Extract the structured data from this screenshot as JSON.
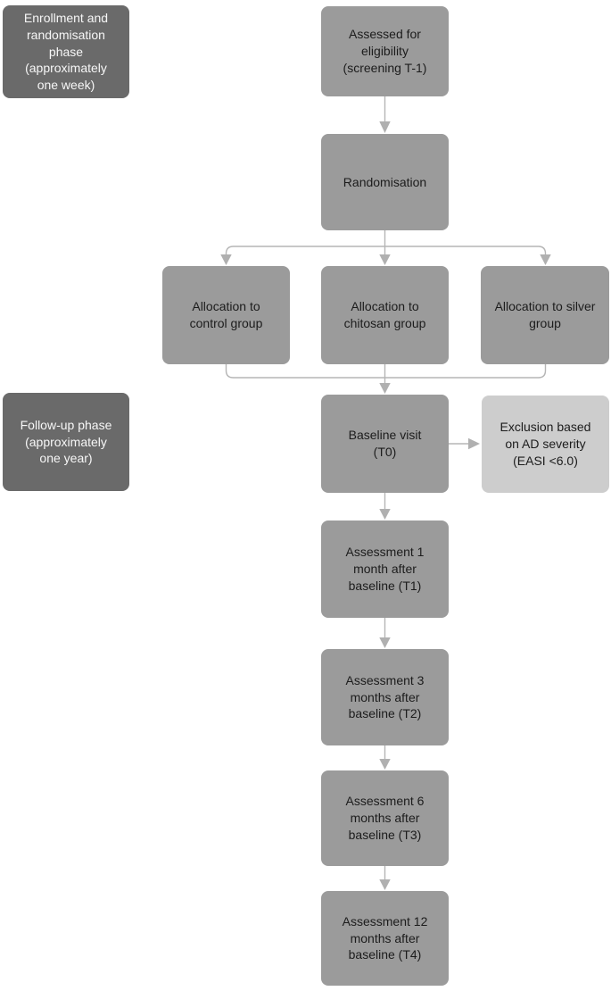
{
  "diagram": {
    "type": "flowchart",
    "colors": {
      "process_box": "#9b9b9b",
      "phase_box": "#6a6a6a",
      "exclusion_box": "#cdcdcd",
      "connector": "#b5b5b5",
      "text_dark": "#1c1c1c",
      "text_light": "#f7f7f7",
      "background": "#ffffff"
    },
    "phase_labels": [
      {
        "id": "enrollment-phase",
        "text": "Enrollment and\nrandomisation\nphase\n(approximately\none week)"
      },
      {
        "id": "followup-phase",
        "text": "Follow-up phase\n(approximately\none year)"
      }
    ],
    "nodes": [
      {
        "id": "assessed",
        "text": "Assessed for\neligibility\n(screening T-1)"
      },
      {
        "id": "randomisation",
        "text": "Randomisation"
      },
      {
        "id": "alloc-control",
        "text": "Allocation to\ncontrol group"
      },
      {
        "id": "alloc-chitosan",
        "text": "Allocation to\nchitosan group"
      },
      {
        "id": "alloc-silver",
        "text": "Allocation to silver\ngroup"
      },
      {
        "id": "baseline",
        "text": "Baseline visit\n(T0)"
      },
      {
        "id": "exclusion",
        "text": "Exclusion based\non AD severity\n(EASI <6.0)"
      },
      {
        "id": "t1",
        "text": "Assessment 1\nmonth after\nbaseline (T1)"
      },
      {
        "id": "t2",
        "text": "Assessment 3\nmonths after\nbaseline (T2)"
      },
      {
        "id": "t3",
        "text": "Assessment 6\nmonths after\nbaseline (T3)"
      },
      {
        "id": "t4",
        "text": "Assessment 12\nmonths after\nbaseline (T4)"
      }
    ]
  }
}
